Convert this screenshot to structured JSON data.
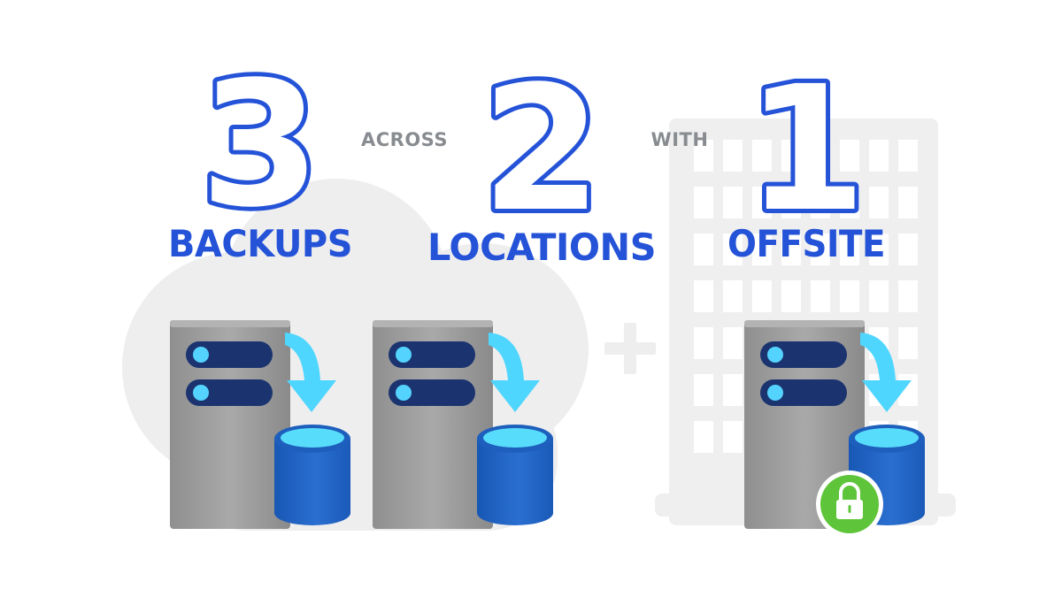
{
  "colors": {
    "accent": "#2553d8",
    "connector_text": "#888c90",
    "server_body": "#9a9a9a",
    "server_slot": "#1b3470",
    "led": "#54d3ff",
    "arrow": "#4fd6ff",
    "database": "#1f63c2",
    "lock_badge": "#5ec53a",
    "background_shapes": "#eeeeee"
  },
  "steps": [
    {
      "number": "3",
      "label": "BACKUPS"
    },
    {
      "number": "2",
      "label": "LOCATIONS"
    },
    {
      "number": "1",
      "label": "OFFSITE"
    }
  ],
  "connectors": [
    "ACROSS",
    "WITH"
  ],
  "icons": {
    "background": [
      "cloud-icon",
      "office-building-icon",
      "plus-icon"
    ],
    "per_server": [
      "server-icon",
      "backup-arrow-icon",
      "database-icon"
    ],
    "offsite_badge": "padlock-icon"
  }
}
